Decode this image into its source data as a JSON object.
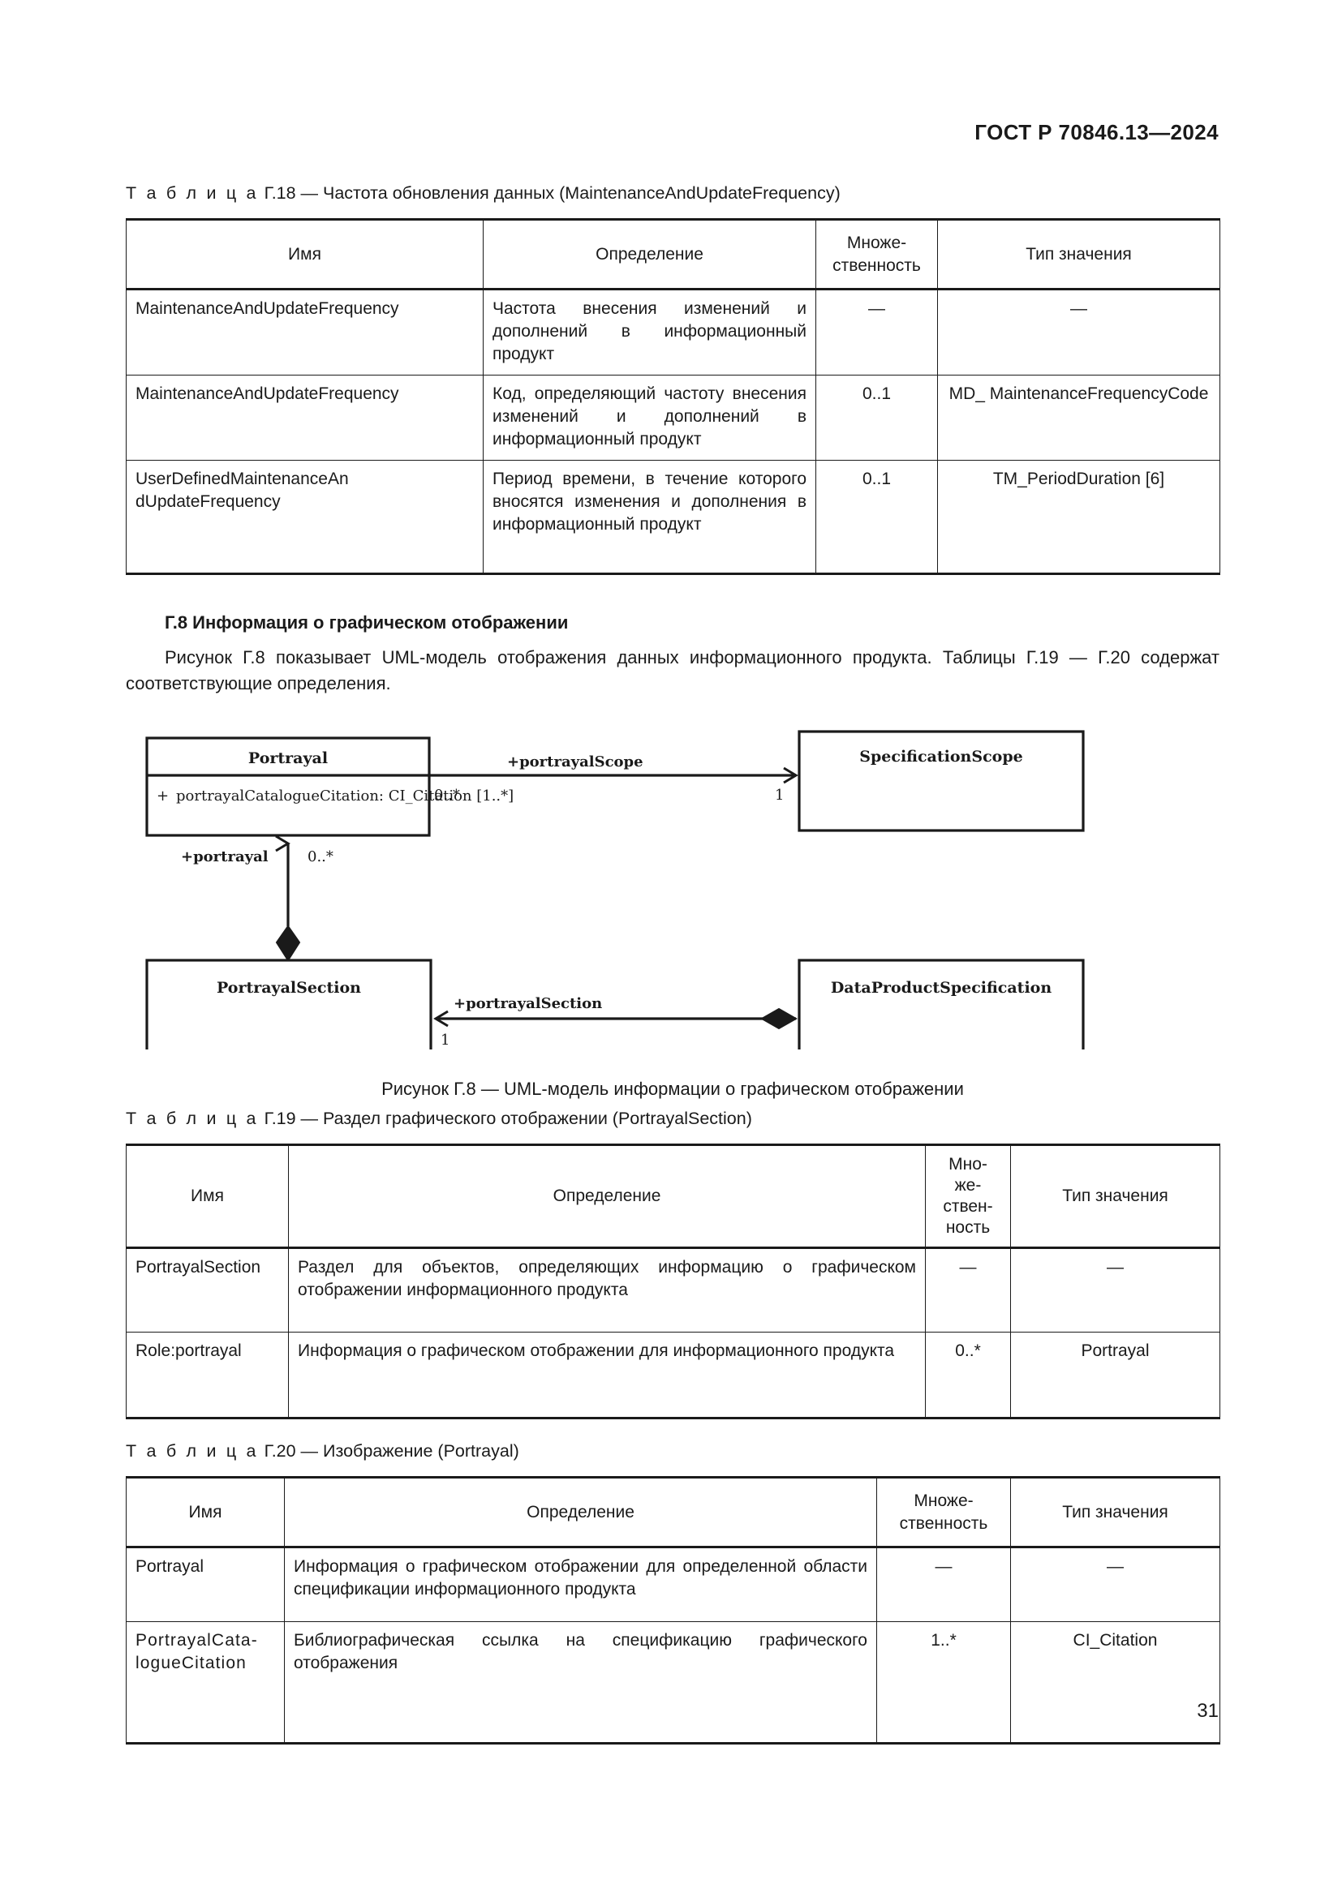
{
  "header": {
    "standard_id": "ГОСТ Р 70846.13—2024"
  },
  "folio": {
    "page_number": "31"
  },
  "tables": [
    {
      "id": "G.18",
      "caption_label": "Т а б л и ц а",
      "caption_number": "Г.18 — Частота обновления данных (MaintenanceAndUpdateFrequency)",
      "columns": [
        "Имя",
        "Определение",
        "Множе-\nственность",
        "Тип значения"
      ],
      "col_headers": {
        "name": "Имя",
        "definition": "Определение",
        "multiplicity_l1": "Множе-",
        "multiplicity_l2": "ственность",
        "value_type": "Тип значения"
      },
      "rows": [
        {
          "name": "MaintenanceAndUpdateFrequency",
          "definition": "Частота внесения изменений и дополнений в информационный продукт",
          "multiplicity": "—",
          "value_type": "—"
        },
        {
          "name": "MaintenanceAndUpdateFrequency",
          "definition": "Код, определяющий частоту внесения изменений и дополне­ний в информационный продукт",
          "multiplicity": "0..1",
          "value_type": "MD_ MaintenanceFrequencyCode"
        },
        {
          "name": "UserDefinedMaintenanceAn dUpdateFrequency",
          "definition": "Период времени, в течение ко­торого вносятся изменения и дополнения в информационный продукт",
          "multiplicity": "0..1",
          "value_type": "TM_PeriodDuration [6]"
        }
      ]
    },
    {
      "id": "G.19",
      "caption_label": "Т а б л и ц а",
      "caption_number": "Г.19 — Раздел графического отображении (PortrayalSection)",
      "col_headers": {
        "name": "Имя",
        "definition": "Определение",
        "multiplicity_l1": "Мно-",
        "multiplicity_l2": "же-",
        "multiplicity_l3": "ствен-",
        "multiplicity_l4": "ность",
        "value_type": "Тип значения"
      },
      "rows": [
        {
          "name": "PortrayalSection",
          "definition": "Раздел для объектов, определяющих информацию о графиче­ском отображении информационного продукта",
          "multiplicity": "—",
          "value_type": "—"
        },
        {
          "name": "Role:portrayal",
          "definition": "Информация о графическом отображении для информационного продукта",
          "multiplicity": "0..*",
          "value_type": "Portrayal"
        }
      ]
    },
    {
      "id": "G.20",
      "caption_label": "Т а б л и ц а",
      "caption_number": "Г.20 — Изображение (Portrayal)",
      "col_headers": {
        "name": "Имя",
        "definition": "Определение",
        "multiplicity_l1": "Множе-",
        "multiplicity_l2": "ственность",
        "value_type": "Тип значения"
      },
      "rows": [
        {
          "name": "Portrayal",
          "definition": "Информация о графическом отображении для определен­ной области спецификации информационного продукта",
          "multiplicity": "—",
          "value_type": "—"
        },
        {
          "name": "PortrayalCata-logueCitation",
          "definition": "Библиографическая ссылка на спецификацию графиче­ского отображения",
          "multiplicity": "1..*",
          "value_type": "CI_Citation"
        }
      ]
    }
  ],
  "section": {
    "heading": "Г.8 Информация о графическом отображении",
    "paragraph": "Рисунок Г.8 показывает UML-модель отображения данных информационного продукта. Таблицы Г.19 — Г.20 содержат соответствующие определения."
  },
  "figure": {
    "caption": "Рисунок Г.8 — UML-модель информации о графическом отображении",
    "classes": {
      "portrayal": {
        "name": "Portrayal",
        "attribute_visibility": "+",
        "attribute": "portrayalCatalogueCitation: CI_Citation [1..*]"
      },
      "specification_scope": {
        "name": "SpecificationScope"
      },
      "portrayal_section": {
        "name": "PortrayalSection"
      },
      "data_product_specification": {
        "name": "DataProductSpecification"
      }
    },
    "associations": [
      {
        "role": "+portrayalScope",
        "source_multiplicity": "0..*",
        "target_multiplicity": "1"
      },
      {
        "role": "+portrayal",
        "source_multiplicity": "0..*"
      },
      {
        "role": "+portrayalSection",
        "target_multiplicity": "1"
      }
    ]
  }
}
